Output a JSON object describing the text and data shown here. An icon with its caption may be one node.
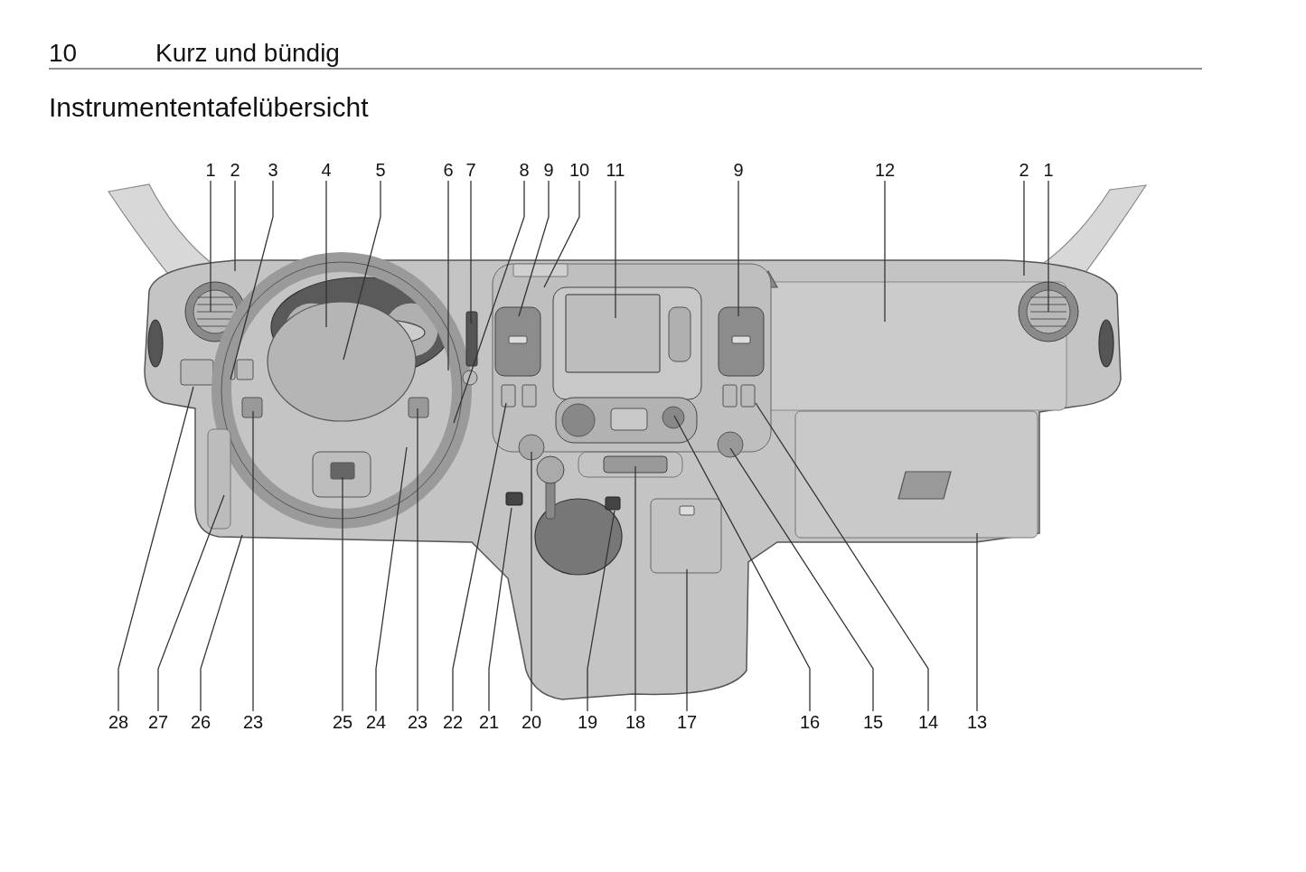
{
  "diagram": {
    "title": "Instrumententafelübersicht",
    "labels": [
      "10",
      "Kurz und bündig"
    ],
    "nodes": [
      {
        "text": [
          "1"
        ]
      },
      {
        "text": [
          "2"
        ]
      },
      {
        "text": [
          "3"
        ]
      },
      {
        "text": [
          "4"
        ]
      },
      {
        "text": [
          "5"
        ]
      },
      {
        "text": [
          "6"
        ]
      },
      {
        "text": [
          "7"
        ]
      },
      {
        "text": [
          "8"
        ]
      },
      {
        "text": [
          "9"
        ]
      },
      {
        "text": [
          "10"
        ]
      },
      {
        "text": [
          "11"
        ]
      },
      {
        "text": [
          "9"
        ]
      },
      {
        "text": [
          "12"
        ]
      },
      {
        "text": [
          "2"
        ]
      },
      {
        "text": [
          "1"
        ]
      },
      {
        "text": [
          "28"
        ]
      },
      {
        "text": [
          "27"
        ]
      },
      {
        "text": [
          "26"
        ]
      },
      {
        "text": [
          "23"
        ]
      },
      {
        "text": [
          "25"
        ]
      },
      {
        "text": [
          "24"
        ]
      },
      {
        "text": [
          "23"
        ]
      },
      {
        "text": [
          "22"
        ]
      },
      {
        "text": [
          "21"
        ]
      },
      {
        "text": [
          "20"
        ]
      },
      {
        "text": [
          "19"
        ]
      },
      {
        "text": [
          "18"
        ]
      },
      {
        "text": [
          "17"
        ]
      },
      {
        "text": [
          "16"
        ]
      },
      {
        "text": [
          "15"
        ]
      },
      {
        "text": [
          "14"
        ]
      },
      {
        "text": [
          "13"
        ]
      }
    ],
    "edges": [
      {
        "from": 0,
        "to": null,
        "arrow": "none"
      },
      {
        "from": 1,
        "to": null,
        "arrow": "none"
      },
      {
        "from": 2,
        "to": null,
        "arrow": "none"
      },
      {
        "from": 3,
        "to": null,
        "arrow": "none"
      },
      {
        "from": 4,
        "to": null,
        "arrow": "none"
      },
      {
        "from": 5,
        "to": null,
        "arrow": "none"
      },
      {
        "from": 6,
        "to": null,
        "arrow": "none"
      },
      {
        "from": 7,
        "to": null,
        "arrow": "none"
      },
      {
        "from": 8,
        "to": null,
        "arrow": "none"
      },
      {
        "from": 9,
        "to": null,
        "arrow": "none"
      },
      {
        "from": 10,
        "to": null,
        "arrow": "none"
      },
      {
        "from": 11,
        "to": null,
        "arrow": "none"
      },
      {
        "from": 12,
        "to": null,
        "arrow": "none"
      },
      {
        "from": 13,
        "to": null,
        "arrow": "none"
      },
      {
        "from": 14,
        "to": null,
        "arrow": "none"
      },
      {
        "from": 15,
        "to": null,
        "arrow": "none"
      },
      {
        "from": 16,
        "to": null,
        "arrow": "none"
      },
      {
        "from": 17,
        "to": null,
        "arrow": "none"
      },
      {
        "from": 18,
        "to": null,
        "arrow": "none"
      },
      {
        "from": 19,
        "to": null,
        "arrow": "none"
      },
      {
        "from": 20,
        "to": null,
        "arrow": "none"
      },
      {
        "from": 21,
        "to": null,
        "arrow": "none"
      },
      {
        "from": 22,
        "to": null,
        "arrow": "none"
      },
      {
        "from": 23,
        "to": null,
        "arrow": "none"
      },
      {
        "from": 24,
        "to": null,
        "arrow": "none"
      },
      {
        "from": 25,
        "to": null,
        "arrow": "none"
      },
      {
        "from": 26,
        "to": null,
        "arrow": "none"
      },
      {
        "from": 27,
        "to": null,
        "arrow": "none"
      },
      {
        "from": 28,
        "to": null,
        "arrow": "none"
      },
      {
        "from": 29,
        "to": null,
        "arrow": "none"
      },
      {
        "from": 30,
        "to": null,
        "arrow": "none"
      },
      {
        "from": 31,
        "to": null,
        "arrow": "none"
      }
    ]
  }
}
